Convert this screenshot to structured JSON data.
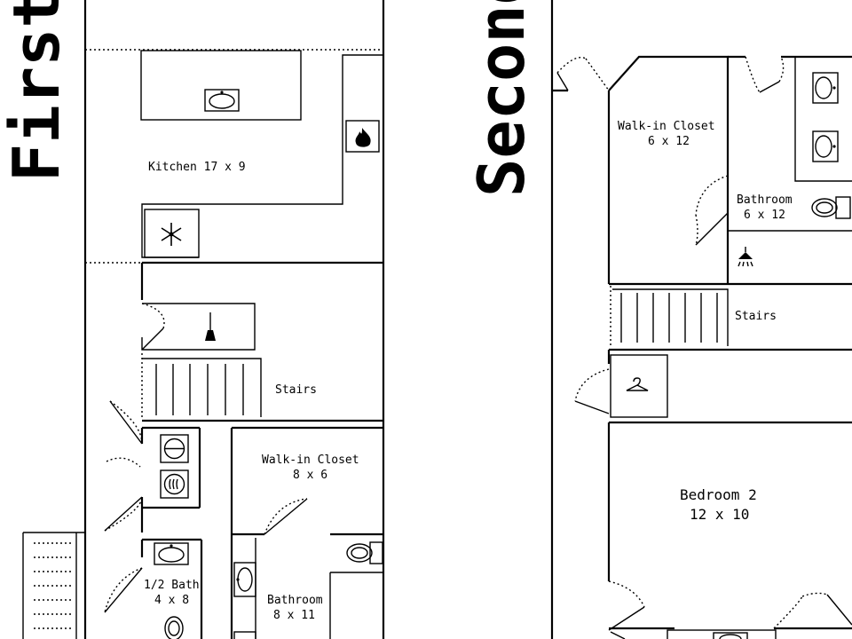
{
  "floors": {
    "first": "First",
    "second": "Second"
  },
  "rooms": {
    "kitchen_name": "Kitchen 17 x 9",
    "stairs_first": "Stairs",
    "walkin_first_name": "Walk-in Closet",
    "walkin_first_size": "8 x 6",
    "halfbath_name": "1/2 Bath",
    "halfbath_size": "4 x 8",
    "bath_first_name": "Bathroom",
    "bath_first_size": "8 x 11",
    "walkin_second_name": "Walk-in Closet",
    "walkin_second_size": "6 x 12",
    "bath_second_name": "Bathroom",
    "bath_second_size": "6 x 12",
    "stairs_second": "Stairs",
    "bedroom2_name": "Bedroom 2",
    "bedroom2_size": "12 x 10"
  },
  "icons": [
    "flame-icon",
    "snowflake-icon",
    "broom-icon",
    "washer-icon",
    "dryer-icon",
    "sink-icon",
    "toilet-icon",
    "shower-icon",
    "hanger-icon"
  ]
}
